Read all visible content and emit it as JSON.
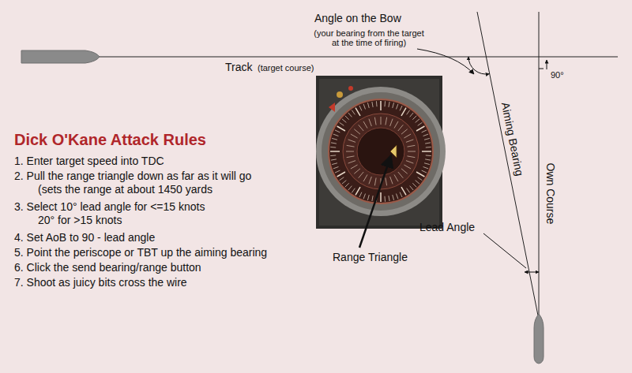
{
  "diagram": {
    "title": "Dick O'Kane Attack Rules",
    "labels": [
      "Angle on the Bow",
      "(your bearing from the target at the time of firing)",
      "Track",
      "(target course)",
      "90°",
      "Aiming Bearing",
      "Own Course",
      "Lead Angle",
      "Range Triangle",
      "1. Enter target speed into TDC",
      "2. Pull the range triangle down as far as it will go (sets the range at about 1450 yards",
      "3. Select 10° lead angle for <=15 knots 20° for >15 knots",
      "4. Set AoB to 90 - lead angle",
      "5. Point the periscope or TBT up the aiming bearing",
      "6. Click the send bearing/range button",
      "7. Shoot as juicy bits cross the wire"
    ]
  }
}
